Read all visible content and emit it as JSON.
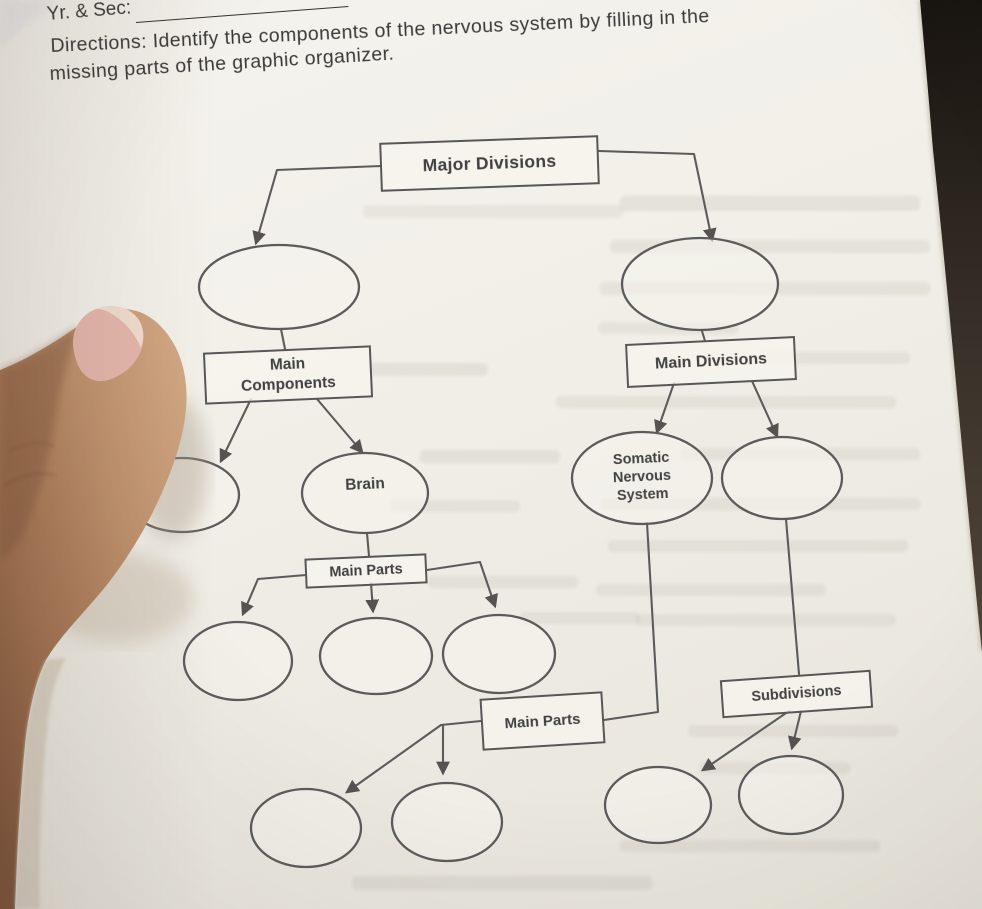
{
  "photo": {
    "background_color": "#241f1a",
    "paper_color": "#f1efe8"
  },
  "header": {
    "year_section_label": "Yr. & Sec:",
    "directions_line1": "Directions: Identify the components of the nervous system by filling in the",
    "directions_line2": "missing parts of the graphic organizer."
  },
  "diagram": {
    "line_color": "#5b5b5b",
    "text_color": "#424242",
    "boxes": {
      "major_divisions": "Major Divisions",
      "main_components": "Main Components",
      "main_divisions": "Main Divisions",
      "main_parts_upper": "Main Parts",
      "main_parts_lower": "Main Parts",
      "subdivisions": "Subdivisions"
    },
    "labeled_nodes": {
      "brain": "Brain",
      "somatic": "Somatic Nervous System"
    },
    "empty_nodes": 11
  }
}
